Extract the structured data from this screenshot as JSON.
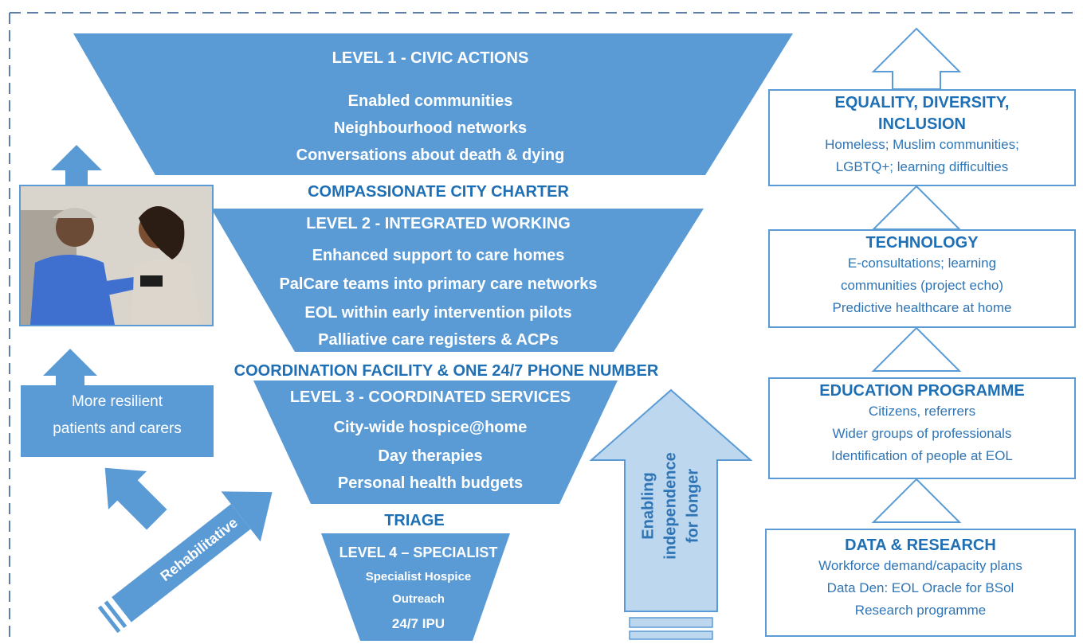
{
  "levels": [
    {
      "title": "LEVEL 1 - CIVIC ACTIONS",
      "items": [
        "Enabled communities",
        "Neighbourhood networks",
        "Conversations about death & dying"
      ]
    },
    {
      "title": "LEVEL 2 - INTEGRATED WORKING",
      "items": [
        "Enhanced support to care homes",
        "PalCare teams into primary care networks",
        "EOL within early intervention pilots",
        "Palliative care registers & ACPs"
      ]
    },
    {
      "title": "LEVEL 3 - COORDINATED SERVICES",
      "items": [
        "City-wide hospice@home",
        "Day therapies",
        "Personal health budgets"
      ]
    },
    {
      "title": "LEVEL 4 – SPECIALIST",
      "items": [
        "Specialist Hospice",
        "Outreach",
        "24/7 IPU"
      ]
    }
  ],
  "separators": {
    "charter": "COMPASSIONATE CITY CHARTER",
    "coordination": "COORDINATION FACILITY & ONE 24/7 PHONE NUMBER",
    "triage": "TRIAGE"
  },
  "left": {
    "resilient": [
      "More resilient",
      "patients and carers"
    ],
    "rehab": "Rehabilitative"
  },
  "enabling": [
    "Enabling",
    "independence",
    "for longer"
  ],
  "boxes": [
    {
      "title": [
        "EQUALITY, DIVERSITY,",
        "INCLUSION"
      ],
      "lines": [
        "Homeless; Muslim communities;",
        "LGBTQ+; learning difficulties"
      ]
    },
    {
      "title": [
        "TECHNOLOGY"
      ],
      "lines": [
        "E-consultations; learning",
        "communities (project echo)",
        "Predictive healthcare at home"
      ]
    },
    {
      "title": [
        "EDUCATION PROGRAMME"
      ],
      "lines": [
        "Citizens, referrers",
        "Wider groups of professionals",
        "Identification of people at EOL"
      ]
    },
    {
      "title": [
        "DATA & RESEARCH"
      ],
      "lines": [
        "Workforce demand/capacity plans",
        "Data Den: EOL Oracle for BSol",
        "Research programme"
      ]
    }
  ],
  "colors": {
    "primary": "#5b9bd5",
    "dark_text": "#1f6fb5",
    "light_arrow": "#bdd7ee"
  }
}
